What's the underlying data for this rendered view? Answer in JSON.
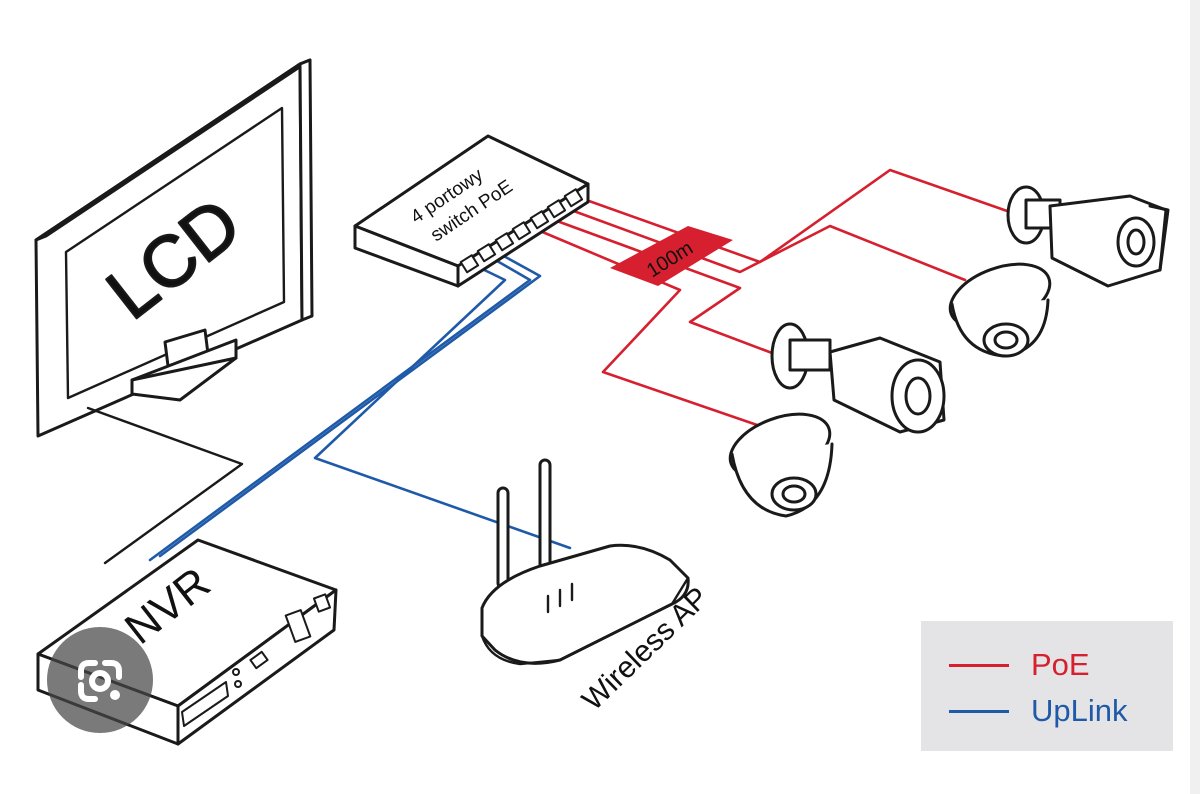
{
  "diagram": {
    "lcd_label": "LCD",
    "switch_label_line1": "4 portowy",
    "switch_label_line2": "switch PoE",
    "distance_label": "100m",
    "nvr_label": "NVR",
    "ap_label": "Wireless AP"
  },
  "legend": {
    "items": [
      {
        "label": "PoE",
        "color": "#d6202f"
      },
      {
        "label": "UpLink",
        "color": "#1f5aa8"
      }
    ]
  },
  "colors": {
    "poe": "#d6202f",
    "uplink": "#1f5aa8",
    "outline": "#1a1a1a",
    "legend_bg": "#e4e4e6"
  },
  "overlay": {
    "icon": "google-lens-icon"
  }
}
